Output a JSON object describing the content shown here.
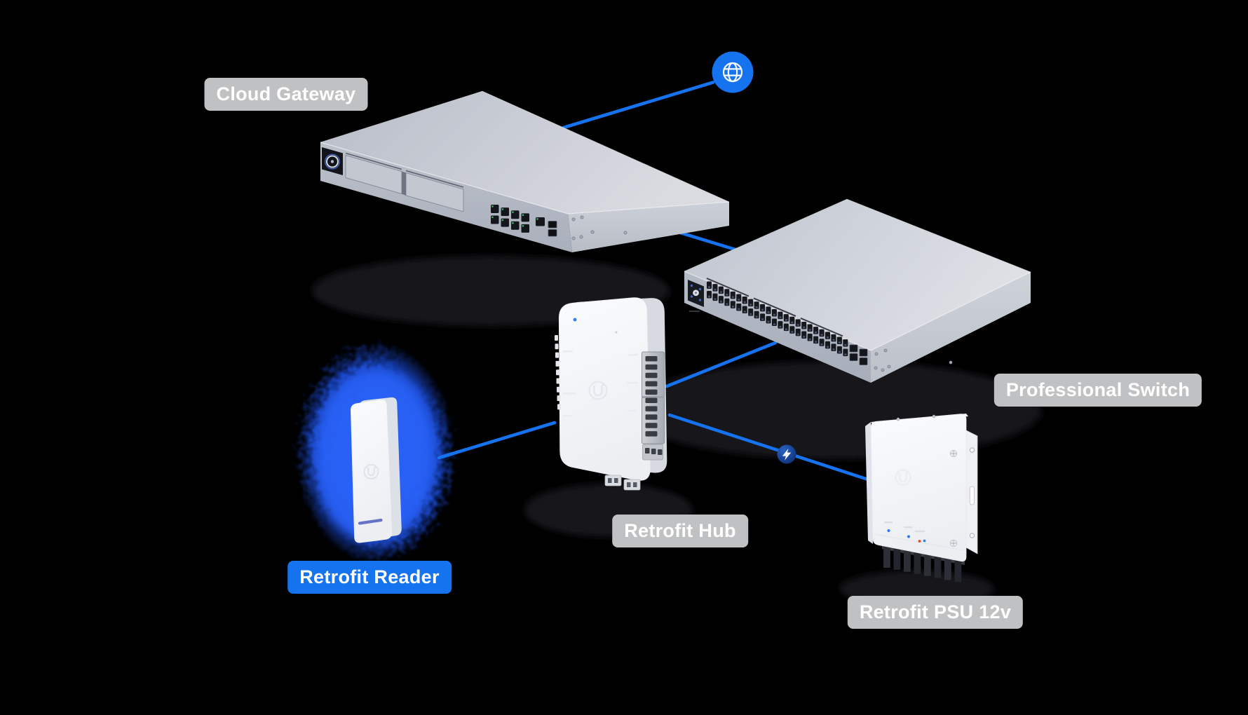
{
  "page": {
    "type": "network-topology-diagram",
    "background": "#000000"
  },
  "colors": {
    "connection_blue": "#1673f0",
    "selected_label_blue": "#1673f0",
    "label_gray": "#c6c7c9",
    "label_text": "#ffffff",
    "power_badge_blue": "#17407f",
    "reader_glow_blue": "#2a63fa"
  },
  "icons": {
    "internet": "globe-icon",
    "power": "lightning-icon"
  },
  "labels": {
    "cloud_gateway": "Cloud Gateway",
    "professional_switch": "Professional Switch",
    "retrofit_hub": "Retrofit Hub",
    "retrofit_reader": "Retrofit Reader",
    "retrofit_psu": "Retrofit PSU 12v"
  },
  "nodes": [
    {
      "id": "internet",
      "kind": "globe-icon"
    },
    {
      "id": "cloud_gateway",
      "kind": "rack-gateway",
      "label_style": "gray"
    },
    {
      "id": "professional_switch",
      "kind": "48-port-switch",
      "label_style": "gray"
    },
    {
      "id": "retrofit_hub",
      "kind": "wall-mount-hub",
      "label_style": "gray"
    },
    {
      "id": "retrofit_reader",
      "kind": "access-reader",
      "label_style": "blue-highlighted",
      "highlighted": true
    },
    {
      "id": "retrofit_psu",
      "kind": "power-supply",
      "label_style": "gray"
    }
  ],
  "connections": [
    {
      "from": "cloud_gateway",
      "to": "internet"
    },
    {
      "from": "cloud_gateway",
      "to": "professional_switch"
    },
    {
      "from": "professional_switch",
      "to": "retrofit_hub"
    },
    {
      "from": "retrofit_hub",
      "to": "retrofit_reader"
    },
    {
      "from": "retrofit_hub",
      "to": "retrofit_psu",
      "badge": "power"
    }
  ]
}
